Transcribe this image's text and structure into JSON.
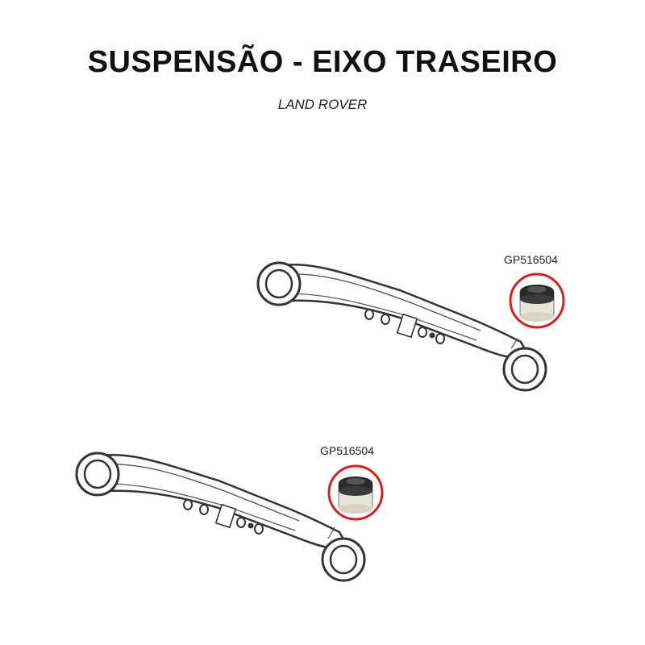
{
  "header": {
    "title": "SUSPENSÃO - EIXO TRASEIRO",
    "subtitle": "LAND ROVER"
  },
  "parts": [
    {
      "code": "GP516504"
    },
    {
      "code": "GP516504"
    }
  ],
  "colors": {
    "highlight_circle": "#d42020",
    "line_art": "#333333",
    "bushing_rubber": "#2a2a2a",
    "bushing_metal": "#e8e4d8"
  }
}
